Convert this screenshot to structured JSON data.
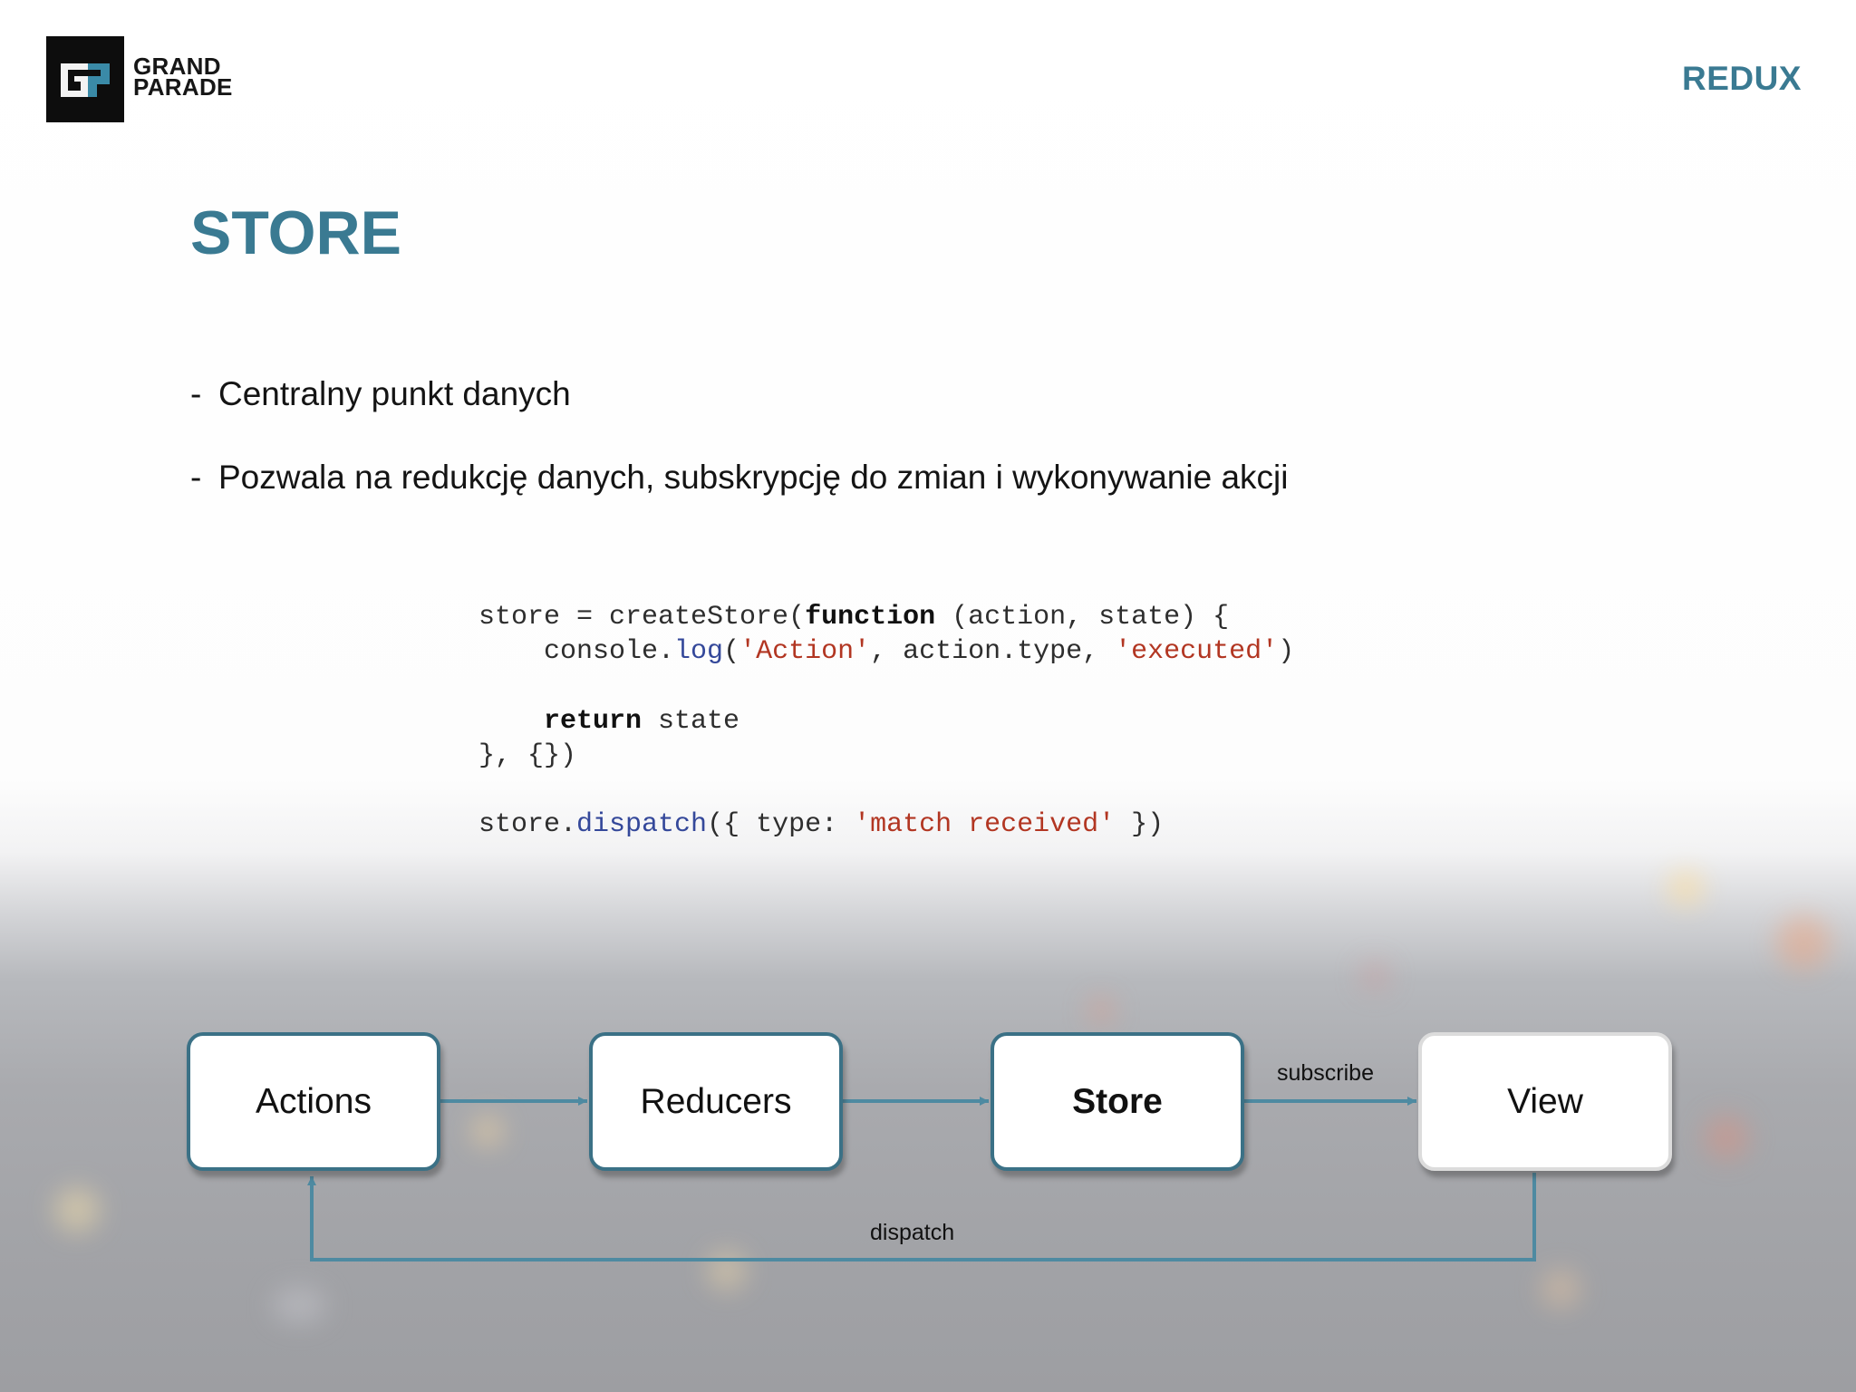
{
  "header": {
    "logo": {
      "line1": "GRAND",
      "line2": "PARADE",
      "mark_text": "GP"
    },
    "section_label": "REDUX"
  },
  "slide": {
    "title": "STORE",
    "bullets": [
      {
        "dash": "-",
        "text": "Centralny punkt danych"
      },
      {
        "dash": "-",
        "text": "Pozwala na redukcję danych, subskrypcję do zmian i wykonywanie akcji"
      }
    ]
  },
  "code": {
    "l1_a": "store = createStore(",
    "l1_kw": "function",
    "l1_b": " (action, state) {",
    "l2_a": "    console.",
    "l2_fn": "log",
    "l2_b": "(",
    "l2_s1": "'Action'",
    "l2_c": ", action.type, ",
    "l2_s2": "'executed'",
    "l2_d": ")",
    "l4_kw": "return",
    "l4_b": " state",
    "l5": "}, {})",
    "l7_a": "store.",
    "l7_fn": "dispatch",
    "l7_b": "({ type: ",
    "l7_s": "'match received'",
    "l7_c": " })"
  },
  "diagram": {
    "nodes": {
      "actions": "Actions",
      "reducers": "Reducers",
      "store": "Store",
      "view": "View"
    },
    "edge_labels": {
      "subscribe": "subscribe",
      "dispatch": "dispatch"
    }
  },
  "colors": {
    "accent": "#3a7a92",
    "node_border": "#3b7186",
    "arrow": "#4e8aa1",
    "code_function": "#34489a",
    "code_string": "#b23622"
  }
}
